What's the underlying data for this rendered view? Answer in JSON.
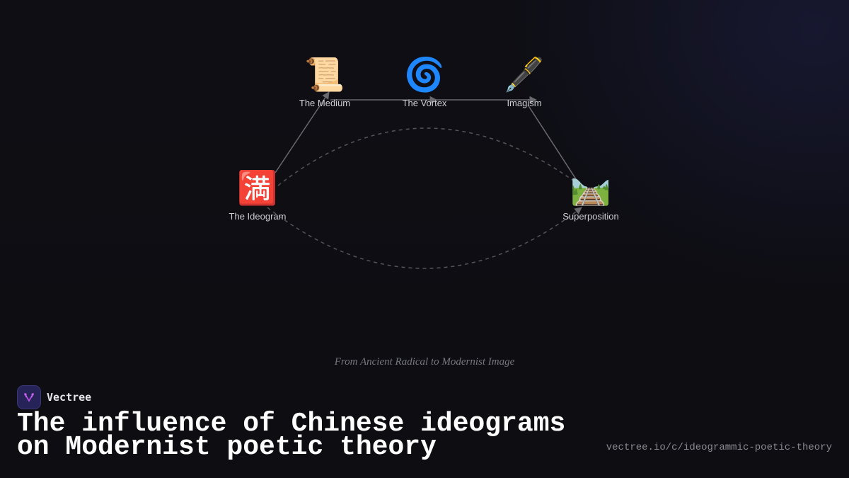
{
  "diagram": {
    "nodes": [
      {
        "id": "ideogram",
        "label": "The Ideogram",
        "icon": "🈵",
        "icon_name": "ideograph-full-icon"
      },
      {
        "id": "medium",
        "label": "The Medium",
        "icon": "📜",
        "icon_name": "scroll-icon"
      },
      {
        "id": "vortex",
        "label": "The Vortex",
        "icon": "🌀",
        "icon_name": "cyclone-icon"
      },
      {
        "id": "imagism",
        "label": "Imagism",
        "icon": "🖋️",
        "icon_name": "fountain-pen-icon"
      },
      {
        "id": "superposition",
        "label": "Superposition",
        "icon": "🛤️",
        "icon_name": "railway-track-icon"
      }
    ],
    "edges": [
      {
        "from": "ideogram",
        "to": "medium",
        "style": "solid"
      },
      {
        "from": "medium",
        "to": "vortex",
        "style": "solid"
      },
      {
        "from": "vortex",
        "to": "imagism",
        "style": "solid"
      },
      {
        "from": "imagism",
        "to": "superposition",
        "style": "solid"
      },
      {
        "from": "ideogram",
        "to": "superposition",
        "style": "dashed",
        "curve": "upper"
      },
      {
        "from": "ideogram",
        "to": "superposition",
        "style": "dashed",
        "curve": "lower"
      }
    ],
    "caption": "From Ancient Radical to Modernist Image"
  },
  "brand": {
    "name": "Vectree",
    "accent": "#b44ee0",
    "logo_bg": "#262358"
  },
  "title": "The influence of Chinese ideograms on Modernist poetic theory",
  "url": "vectree.io/c/ideogrammic-poetic-theory",
  "colors": {
    "background": "#0e0e14",
    "edge": "#6a6a6e",
    "label": "#cfcfd4"
  }
}
